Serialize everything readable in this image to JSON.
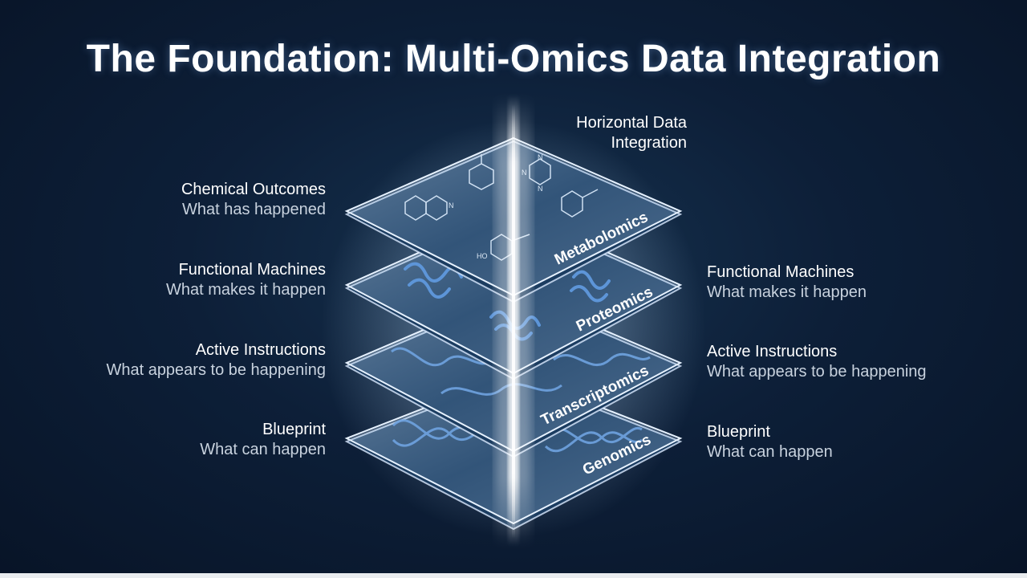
{
  "title": "The Foundation: Multi-Omics Data Integration",
  "horizontal_label": {
    "line1": "Horizontal Data",
    "line2": "Integration"
  },
  "layers": [
    {
      "name": "Metabolomics",
      "left_title": "Chemical Outcomes",
      "left_sub": "What has happened"
    },
    {
      "name": "Proteomics",
      "left_title": "Functional Machines",
      "left_sub": "What makes it happen",
      "right_title": "Functional Machines",
      "right_sub": "What makes it happen"
    },
    {
      "name": "Transcriptomics",
      "left_title": "Active Instructions",
      "left_sub": "What appears to be happening",
      "right_title": "Active Instructions",
      "right_sub": "What appears to be happening"
    },
    {
      "name": "Genomics",
      "left_title": "Blueprint",
      "left_sub": "What can happen",
      "right_title": "Blueprint",
      "right_sub": "What can happen"
    }
  ],
  "molecule_labels": {
    "hydroxyl": "HO",
    "n1": "N",
    "n2": "N",
    "n3": "N",
    "n4": "N"
  },
  "colors": {
    "background": "#0d1f38",
    "glass": "#cfe6ff",
    "beam": "#ffffff",
    "structure": "#4a86d4"
  }
}
